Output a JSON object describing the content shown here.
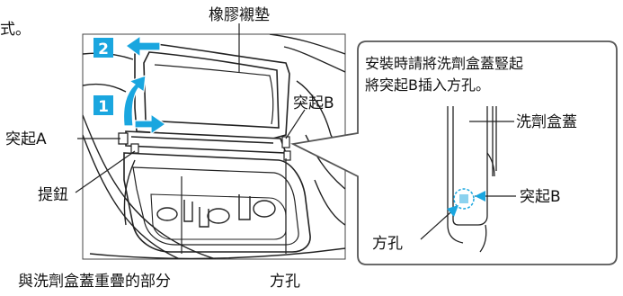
{
  "top_left_fragment": "式。",
  "labels": {
    "rubber_gasket": "橡膠襯墊",
    "tab_a": "突起A",
    "tab_b": "突起B",
    "lift_button": "提鈕",
    "overlap_area": "與洗劑盒蓋重疊的部分",
    "square_hole": "方孔"
  },
  "steps": [
    "1",
    "2"
  ],
  "callout": {
    "line1": "安裝時請將洗劑盒蓋豎起",
    "line2": "將突起B插入方孔。",
    "lid_label": "洗劑盒蓋",
    "tab_b_label": "突起B",
    "hole_label": "方孔"
  },
  "colors": {
    "accent": "#1aa6df",
    "line": "#222222",
    "panel_stroke": "#333333",
    "callout_stroke": "#555555"
  }
}
